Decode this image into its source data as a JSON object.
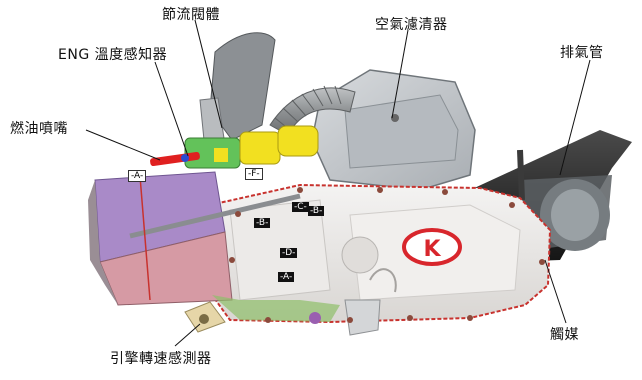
{
  "labels": {
    "throttle_body": "節流閥體",
    "air_filter": "空氣濾清器",
    "eng_temp_sensor": "ENG 溫度感知器",
    "exhaust_pipe": "排氣管",
    "fuel_injector": "燃油噴嘴",
    "catalytic_converter": "觸媒",
    "engine_speed_sensor": "引擎轉速感測器"
  },
  "markers": {
    "a_left": "-A-",
    "f": "-F-",
    "c": "-C-",
    "b_right": "-B-",
    "b_left": "-B-",
    "d": "-D-",
    "a_lower": "-A-"
  },
  "logo_text": "K",
  "colors": {
    "engine_case": "#e7e5e3",
    "air_box": "#c7cbcf",
    "exhaust": "#2b2b2b",
    "cylinder_purple": "#a98ac8",
    "cylinder_pink": "#d69aa4",
    "throttle_yellow": "#f2e020",
    "throttle_green": "#63c25a",
    "logo_red": "#d8262c",
    "outline_red": "#c8322e"
  }
}
